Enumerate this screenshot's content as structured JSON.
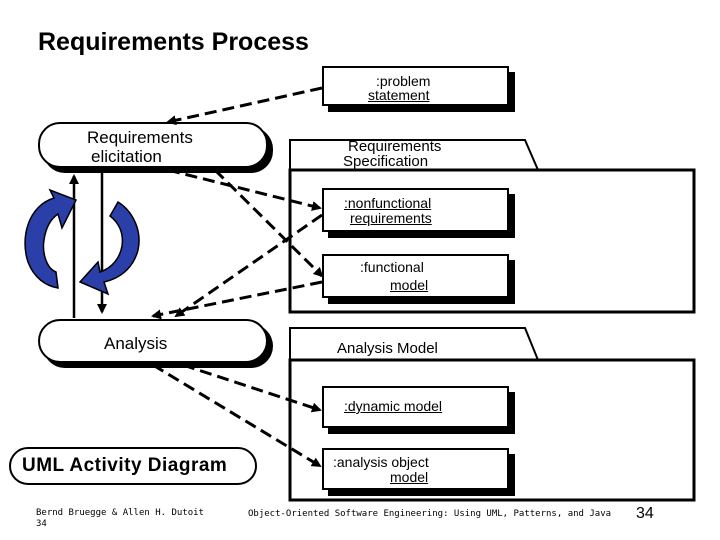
{
  "title": "Requirements Process",
  "activities": {
    "elicitation": "Requirements\nelicitation",
    "elicitation_line1": "Requirements",
    "elicitation_line2": "elicitation",
    "analysis": "Analysis"
  },
  "packages": {
    "spec_line1": "Requirements",
    "spec_line2": "Specification",
    "analysis_model": "Analysis Model"
  },
  "objects": {
    "problem_line1": ":problem",
    "problem_line2": "statement",
    "nonfunc_line1": ":nonfunctional",
    "nonfunc_line2": "requirements",
    "func_line1": ":functional",
    "func_line2": "model",
    "dynamic": ":dynamic model",
    "analysis_obj_line1": ":analysis object",
    "analysis_obj_line2": "model"
  },
  "uml_label": "UML Activity Diagram",
  "footer": {
    "authors_line1": "Bernd Bruegge & Allen H. Dutoit",
    "authors_line2": "34",
    "book": "Object-Oriented Software Engineering: Using UML, Patterns, and Java",
    "page": "34"
  },
  "colors": {
    "cycle_arrow": "#2a3fa8"
  }
}
